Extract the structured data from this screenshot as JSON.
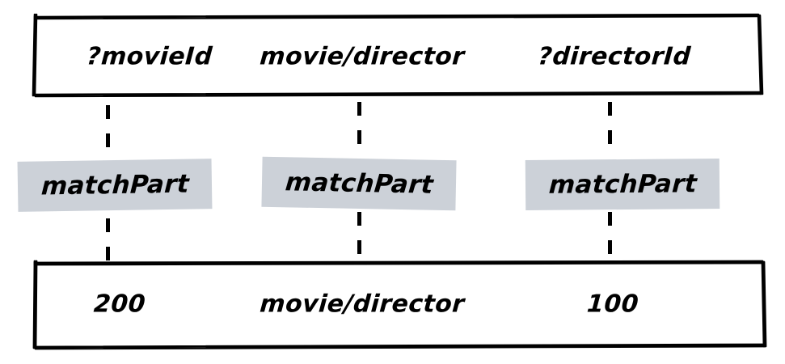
{
  "diagram": {
    "type": "triple-pattern-matching",
    "pattern_row": {
      "name": "query-triple-pattern",
      "cells": [
        {
          "label": "?movieId",
          "role": "subject-variable"
        },
        {
          "label": "movie/director",
          "role": "predicate-constant"
        },
        {
          "label": "?directorId",
          "role": "object-variable"
        }
      ]
    },
    "match_row": {
      "name": "match-operations",
      "chips": [
        {
          "label": "matchPart"
        },
        {
          "label": "matchPart"
        },
        {
          "label": "matchPart"
        }
      ]
    },
    "data_row": {
      "name": "data-triple",
      "cells": [
        {
          "label": "200",
          "role": "subject-value"
        },
        {
          "label": "movie/director",
          "role": "predicate-value"
        },
        {
          "label": "100",
          "role": "object-value"
        }
      ]
    },
    "connectors": [
      {
        "name": "connector-1",
        "from": "?movieId",
        "to": "200"
      },
      {
        "name": "connector-2",
        "from": "movie/director",
        "to": "movie/director"
      },
      {
        "name": "connector-3",
        "from": "?directorId",
        "to": "100"
      }
    ],
    "colors": {
      "stroke": "#000000",
      "chip_background": "#ccd1d8",
      "text": "#000000",
      "page_background": "#ffffff"
    }
  }
}
